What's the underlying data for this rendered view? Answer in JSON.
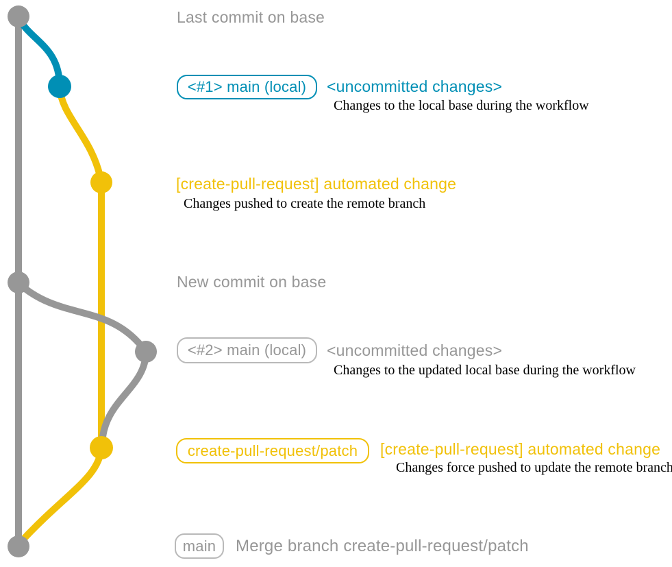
{
  "colors": {
    "gray": "#979797",
    "teal": "#008fb5",
    "yellow": "#f1c109",
    "caption_text": "#000000"
  },
  "graph": {
    "type": "git-branch-diagram",
    "branches": [
      {
        "id": "base",
        "color_ref": "gray"
      },
      {
        "id": "main-local-1",
        "color_ref": "teal"
      },
      {
        "id": "create-pull-request-patch",
        "color_ref": "yellow"
      },
      {
        "id": "main-local-2",
        "color_ref": "gray"
      }
    ],
    "commit_dots": [
      {
        "branch": "base",
        "color_ref": "gray"
      },
      {
        "branch": "main-local-1",
        "color_ref": "teal"
      },
      {
        "branch": "create-pull-request-patch",
        "color_ref": "yellow"
      },
      {
        "branch": "base",
        "color_ref": "gray"
      },
      {
        "branch": "main-local-2",
        "color_ref": "gray"
      },
      {
        "branch": "create-pull-request-patch",
        "color_ref": "yellow"
      },
      {
        "branch": "base",
        "color_ref": "gray"
      }
    ]
  },
  "annotations": {
    "last_commit": "Last commit on base",
    "badge_main_local_1": "<#1> main (local)",
    "uncommitted_1": "<uncommitted changes>",
    "caption_local_base": "Changes to the local base during the workflow",
    "automated_change_1": "[create-pull-request] automated change",
    "caption_pushed_create": "Changes pushed to create the remote branch",
    "new_commit": "New commit on base",
    "badge_main_local_2": "<#2> main (local)",
    "uncommitted_2": "<uncommitted changes>",
    "caption_updated_base": "Changes to the updated local base during the workflow",
    "badge_patch_branch": "create-pull-request/patch",
    "automated_change_2": "[create-pull-request] automated change",
    "caption_force_pushed": "Changes force pushed to update the remote branch",
    "badge_main": "main",
    "merge_message": "Merge branch create-pull-request/patch"
  }
}
